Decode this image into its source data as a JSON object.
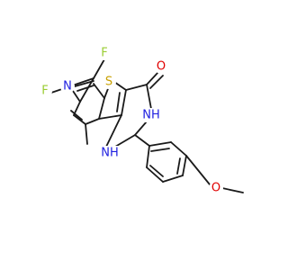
{
  "molecule": {
    "atoms": [
      {
        "id": "f_top",
        "label": "F",
        "color": "#9acd32"
      },
      {
        "id": "f_left",
        "label": "F",
        "color": "#9acd32"
      },
      {
        "id": "n_pyridine",
        "label": "N",
        "color": "#1f1fe0"
      },
      {
        "id": "s_thiophene",
        "label": "S",
        "color": "#c8a000"
      },
      {
        "id": "o_carbonyl",
        "label": "O",
        "color": "#e00000"
      },
      {
        "id": "nh_upper",
        "label": "NH",
        "color": "#1f1fe0"
      },
      {
        "id": "nh_lower",
        "label": "NH",
        "color": "#1f1fe0"
      },
      {
        "id": "o_methoxy",
        "label": "O",
        "color": "#e00000"
      }
    ],
    "bond_color": "#1a1a1a"
  }
}
